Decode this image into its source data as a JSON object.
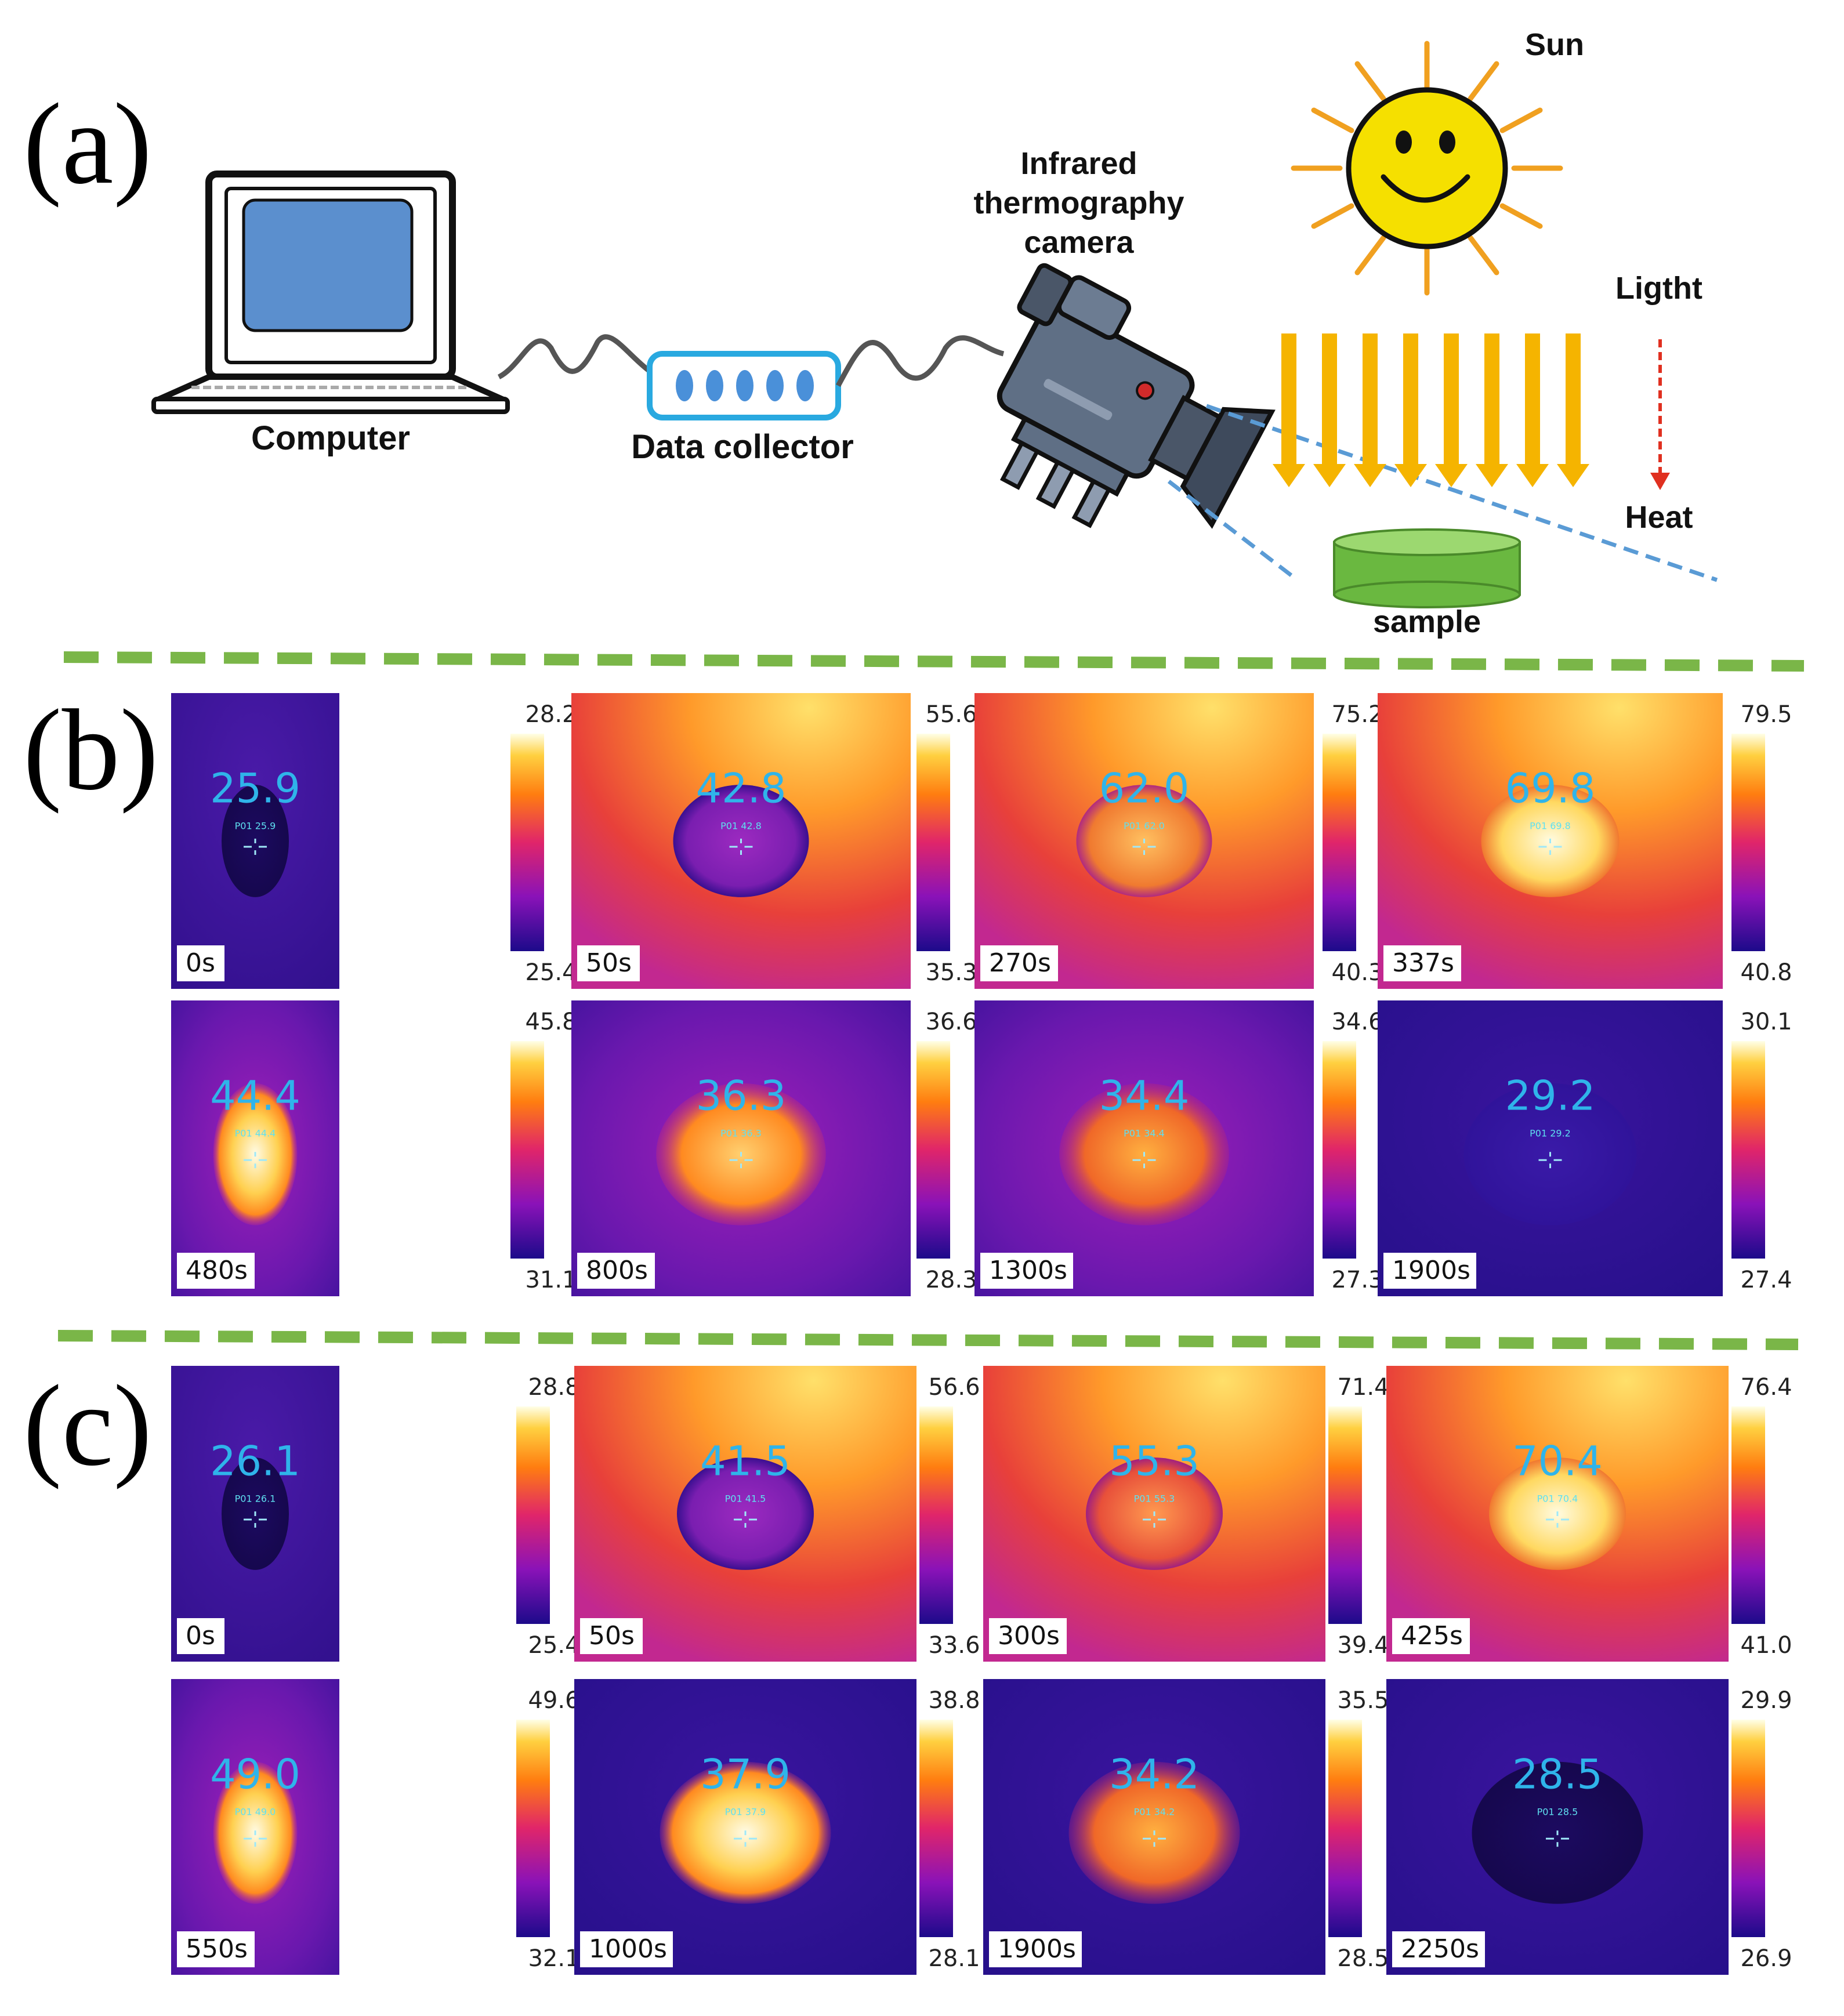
{
  "panel_a": {
    "letter": "(a)",
    "computer_label": "Computer",
    "collector_label": "Data collector",
    "camera_label": [
      "Infrared",
      "thermography",
      "camera"
    ],
    "sun_label": "Sun",
    "light_label": "Ligtht",
    "heat_label": "Heat",
    "sample_label": "sample"
  },
  "panel_b": {
    "letter": "(b)",
    "frames": [
      {
        "time": "0s",
        "spot": "25.9",
        "spot_id": "P01 25.9",
        "scale_max": "28.2",
        "scale_min": "25.4",
        "sample_temp": "cold",
        "bg_temp": "cool"
      },
      {
        "time": "50s",
        "spot": "42.8",
        "spot_id": "P01 42.8",
        "scale_max": "55.6",
        "scale_min": "35.3",
        "sample_temp": "cool",
        "bg_temp": "hot"
      },
      {
        "time": "270s",
        "spot": "62.0",
        "spot_id": "P01 62.0",
        "scale_max": "75.2",
        "scale_min": "40.3",
        "sample_temp": "warm",
        "bg_temp": "hot"
      },
      {
        "time": "337s",
        "spot": "69.8",
        "spot_id": "P01 69.8",
        "scale_max": "79.5",
        "scale_min": "40.8",
        "sample_temp": "hot",
        "bg_temp": "hot"
      },
      {
        "time": "480s",
        "spot": "44.4",
        "spot_id": "P01 44.4",
        "scale_max": "45.8",
        "scale_min": "31.1",
        "sample_temp": "glow",
        "bg_temp": "mid"
      },
      {
        "time": "800s",
        "spot": "36.3",
        "spot_id": "P01 36.3",
        "scale_max": "36.6",
        "scale_min": "28.3",
        "sample_temp": "warm2",
        "bg_temp": "mid"
      },
      {
        "time": "1300s",
        "spot": "34.4",
        "spot_id": "P01 34.4",
        "scale_max": "34.6",
        "scale_min": "27.3",
        "sample_temp": "warm3",
        "bg_temp": "mid"
      },
      {
        "time": "1900s",
        "spot": "29.2",
        "spot_id": "P01 29.2",
        "scale_max": "30.1",
        "scale_min": "27.4",
        "sample_temp": "faint",
        "bg_temp": "cold"
      }
    ]
  },
  "panel_c": {
    "letter": "(c)",
    "frames": [
      {
        "time": "0s",
        "spot": "26.1",
        "spot_id": "P01 26.1",
        "scale_max": "28.8",
        "scale_min": "25.4",
        "sample_temp": "cold",
        "bg_temp": "cool"
      },
      {
        "time": "50s",
        "spot": "41.5",
        "spot_id": "P01 41.5",
        "scale_max": "56.6",
        "scale_min": "33.6",
        "sample_temp": "cool",
        "bg_temp": "hot"
      },
      {
        "time": "300s",
        "spot": "55.3",
        "spot_id": "P01 55.3",
        "scale_max": "71.4",
        "scale_min": "39.4",
        "sample_temp": "warm4",
        "bg_temp": "hot"
      },
      {
        "time": "425s",
        "spot": "70.4",
        "spot_id": "P01 70.4",
        "scale_max": "76.4",
        "scale_min": "41.0",
        "sample_temp": "hot",
        "bg_temp": "hot"
      },
      {
        "time": "550s",
        "spot": "49.0",
        "spot_id": "P01 49.0",
        "scale_max": "49.6",
        "scale_min": "32.1",
        "sample_temp": "glow",
        "bg_temp": "mid"
      },
      {
        "time": "1000s",
        "spot": "37.9",
        "spot_id": "P01 37.9",
        "scale_max": "38.8",
        "scale_min": "28.1",
        "sample_temp": "glow",
        "bg_temp": "cold"
      },
      {
        "time": "1900s",
        "spot": "34.2",
        "spot_id": "P01 34.2",
        "scale_max": "35.5",
        "scale_min": "28.5",
        "sample_temp": "warm3",
        "bg_temp": "cold"
      },
      {
        "time": "2250s",
        "spot": "28.5",
        "spot_id": "P01 28.5",
        "scale_max": "29.9",
        "scale_min": "26.9",
        "sample_temp": "cold",
        "bg_temp": "cold"
      }
    ]
  },
  "colors": {
    "divider": "#7ab648",
    "screen": "#5b8fce",
    "collector": "#29a9e0",
    "sun": "#f5e000",
    "rays": "#f0a020",
    "light_arrows": "#f5b400",
    "heat_arrow": "#e03020",
    "sample": "#7ec850",
    "fov": "#5a9bd5",
    "temperature_text": "#2fb4ea"
  }
}
